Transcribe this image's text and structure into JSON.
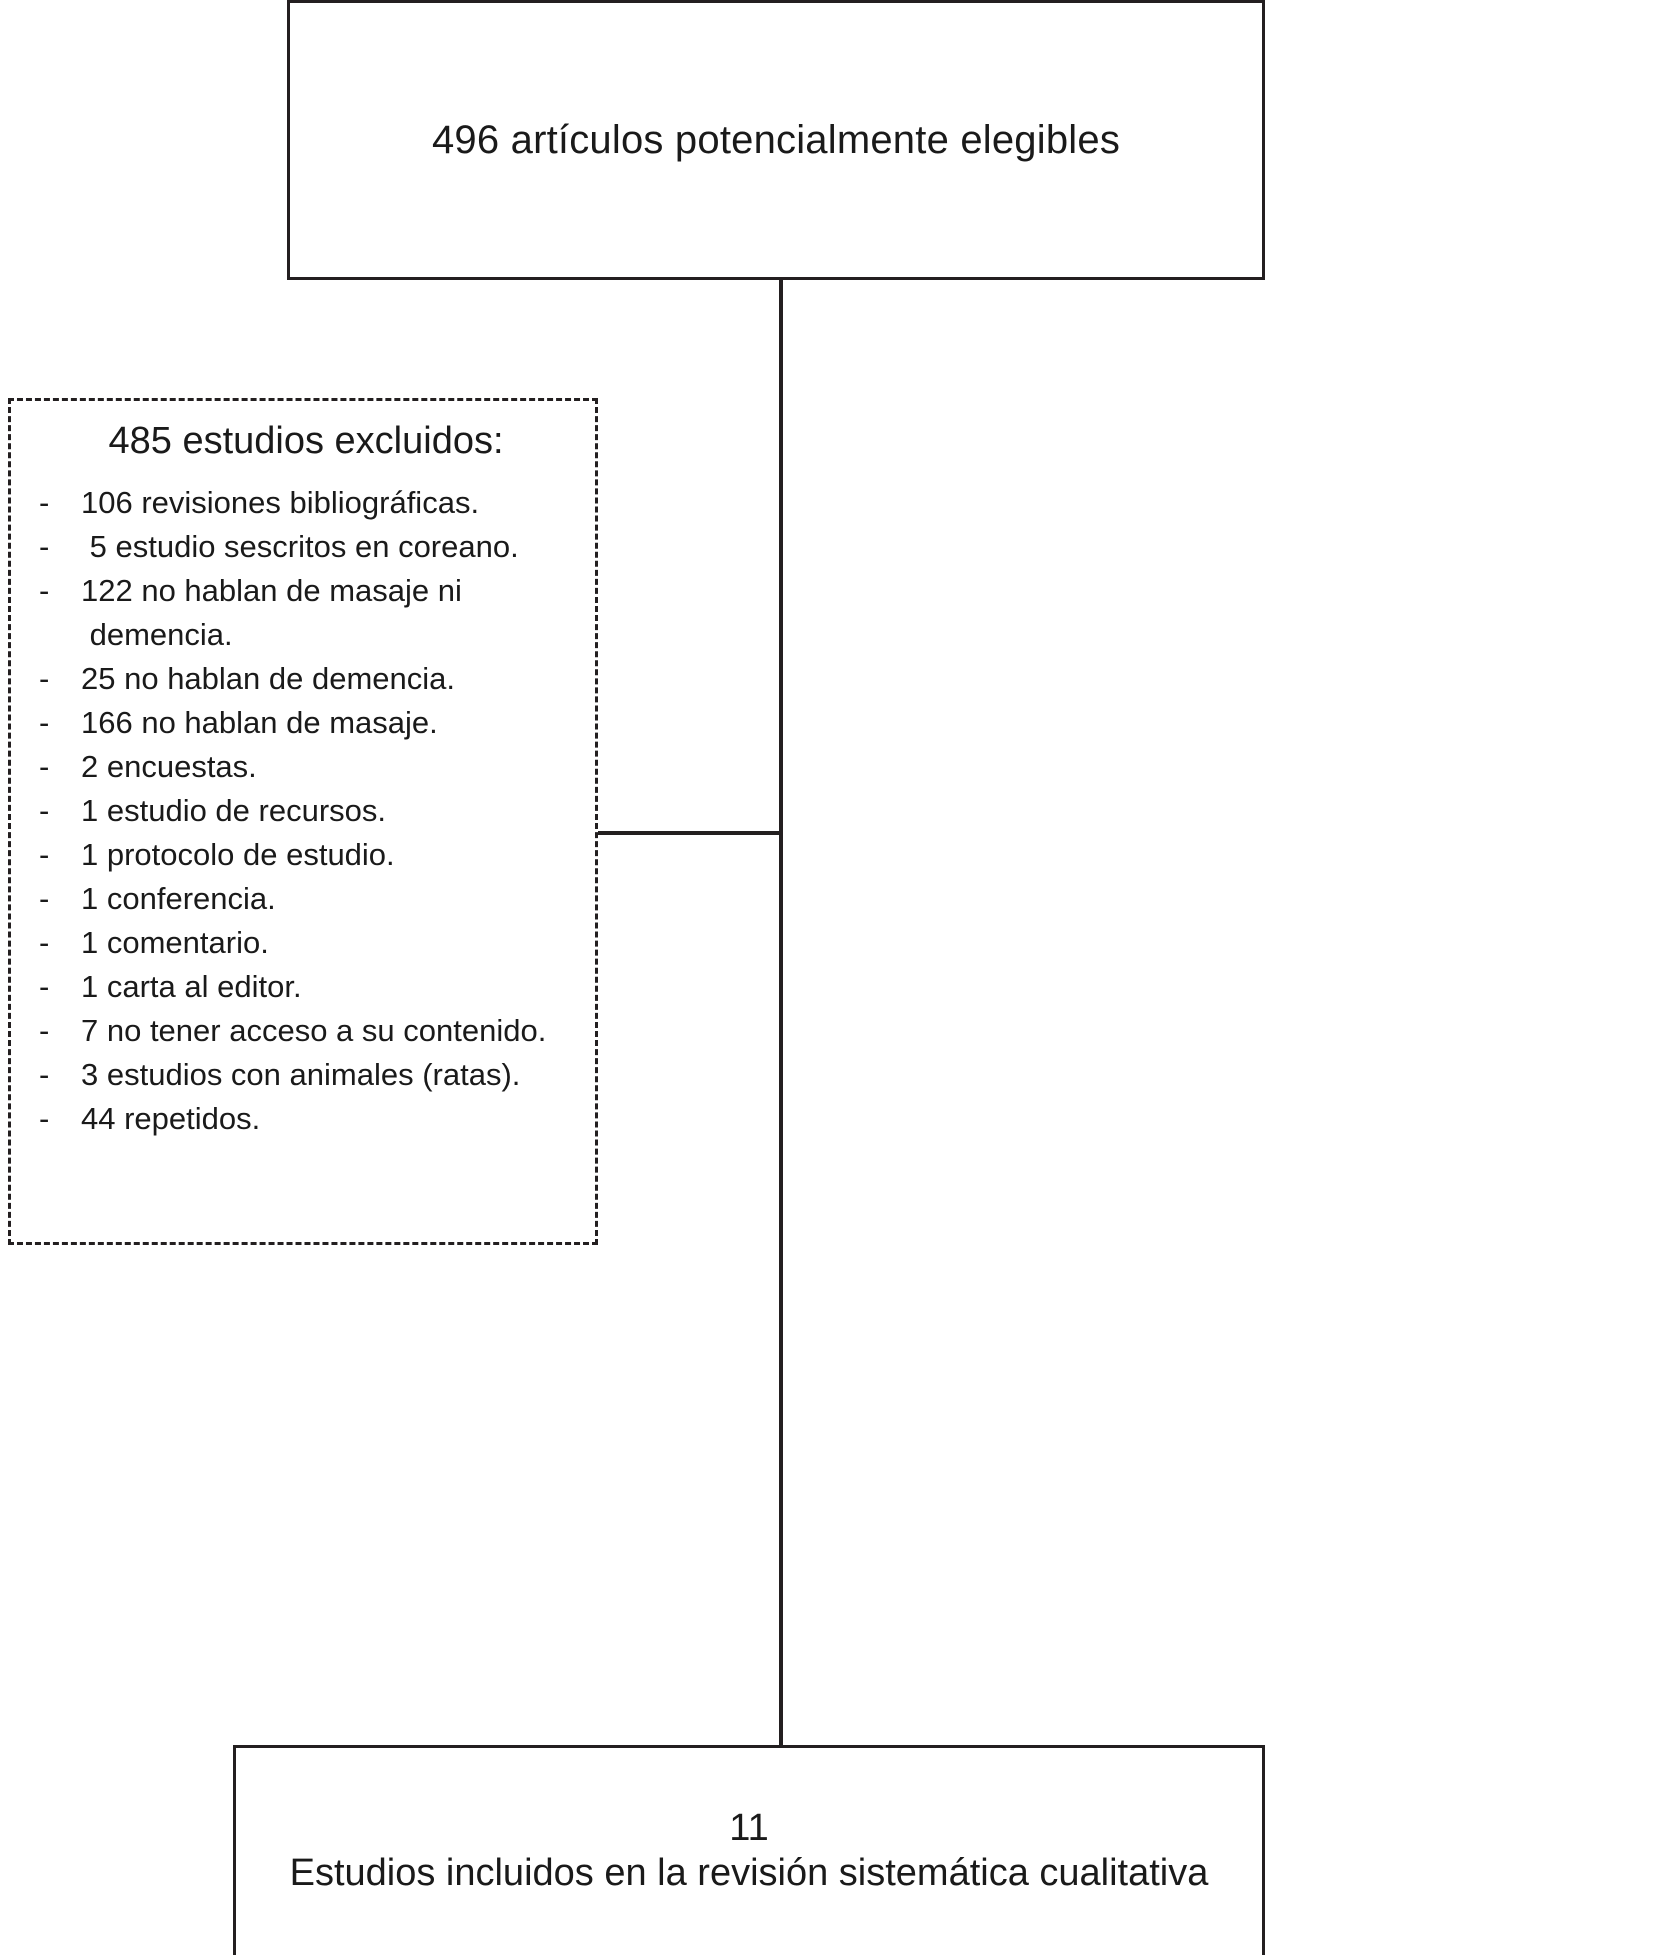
{
  "diagram": {
    "type": "flowchart",
    "language": "es",
    "colors": {
      "stroke": "#231f20",
      "text": "#1a1a1a",
      "background": "#ffffff"
    },
    "top_box": {
      "text": "496 artículos potencialmente elegibles",
      "count": 496,
      "border": "solid"
    },
    "excluded_box": {
      "title": "485 estudios excluidos:",
      "count": 485,
      "border": "dashed",
      "bullet": "-",
      "items": [
        "106 revisiones bibliográficas.",
        " 5 estudio sescritos en coreano.",
        "122 no hablan de masaje ni\n demencia.",
        "25 no hablan de demencia.",
        "166 no hablan de masaje.",
        "2 encuestas.",
        "1 estudio de recursos.",
        "1 protocolo de estudio.",
        "1 conferencia.",
        "1 comentario.",
        "1 carta al editor.",
        "7 no tener acceso a su contenido.",
        "3 estudios con animales (ratas).",
        "44 repetidos."
      ]
    },
    "bottom_box": {
      "count": "11",
      "caption": "Estudios incluidos en la revisión sistemática cualitativa",
      "border": "solid"
    },
    "connectors": [
      "top-box-to-bottom-box-vertical",
      "vertical-to-excluded-box-horizontal"
    ]
  }
}
